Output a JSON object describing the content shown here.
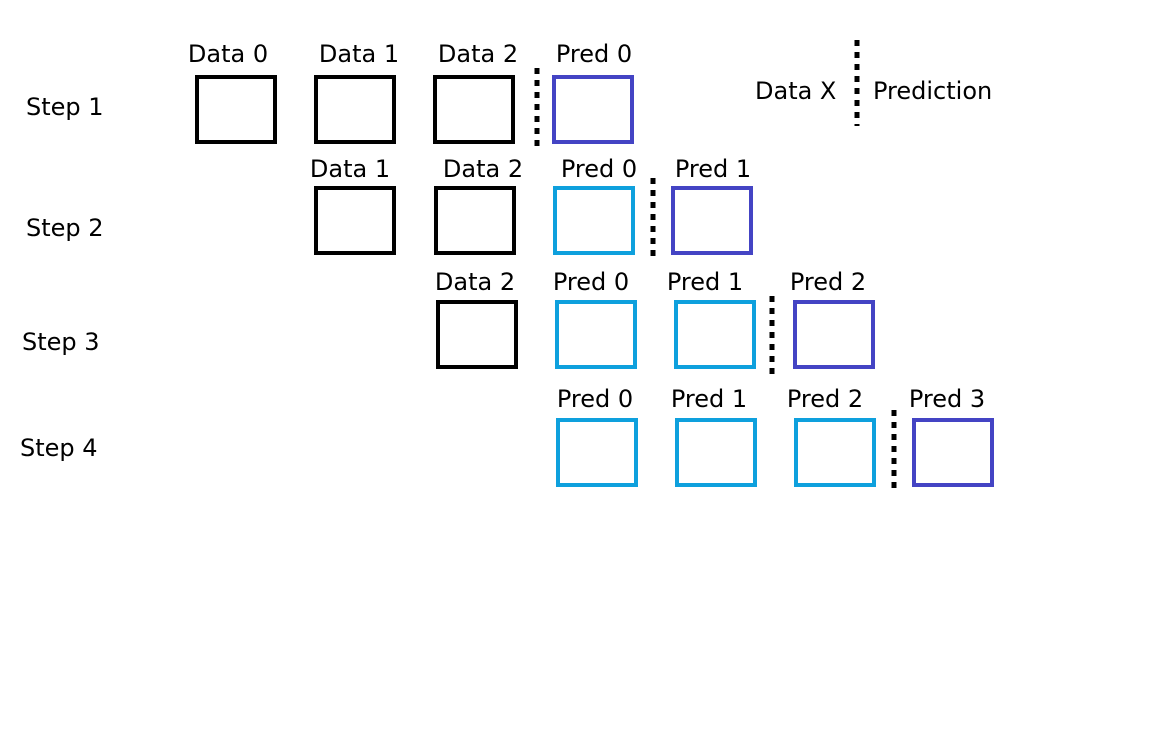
{
  "colors": {
    "data": "#000000",
    "prediction_new": "#4444c4",
    "prediction_prev": "#0ea0dd",
    "divider": "#000000"
  },
  "legend": {
    "left_label": "Data X",
    "right_label": "Prediction"
  },
  "steps": [
    {
      "label": "Step 1",
      "cells": [
        {
          "label": "Data 0",
          "kind": "data"
        },
        {
          "label": "Data 1",
          "kind": "data"
        },
        {
          "label": "Data 2",
          "kind": "data"
        },
        {
          "label": "Pred 0",
          "kind": "prediction_new"
        }
      ]
    },
    {
      "label": "Step 2",
      "cells": [
        {
          "label": "Data 1",
          "kind": "data"
        },
        {
          "label": "Data 2",
          "kind": "data"
        },
        {
          "label": "Pred 0",
          "kind": "prediction_prev"
        },
        {
          "label": "Pred 1",
          "kind": "prediction_new"
        }
      ]
    },
    {
      "label": "Step 3",
      "cells": [
        {
          "label": "Data 2",
          "kind": "data"
        },
        {
          "label": "Pred 0",
          "kind": "prediction_prev"
        },
        {
          "label": "Pred 1",
          "kind": "prediction_prev"
        },
        {
          "label": "Pred 2",
          "kind": "prediction_new"
        }
      ]
    },
    {
      "label": "Step 4",
      "cells": [
        {
          "label": "Pred 0",
          "kind": "prediction_prev"
        },
        {
          "label": "Pred 1",
          "kind": "prediction_prev"
        },
        {
          "label": "Pred 2",
          "kind": "prediction_prev"
        },
        {
          "label": "Pred 3",
          "kind": "prediction_new"
        }
      ]
    }
  ]
}
